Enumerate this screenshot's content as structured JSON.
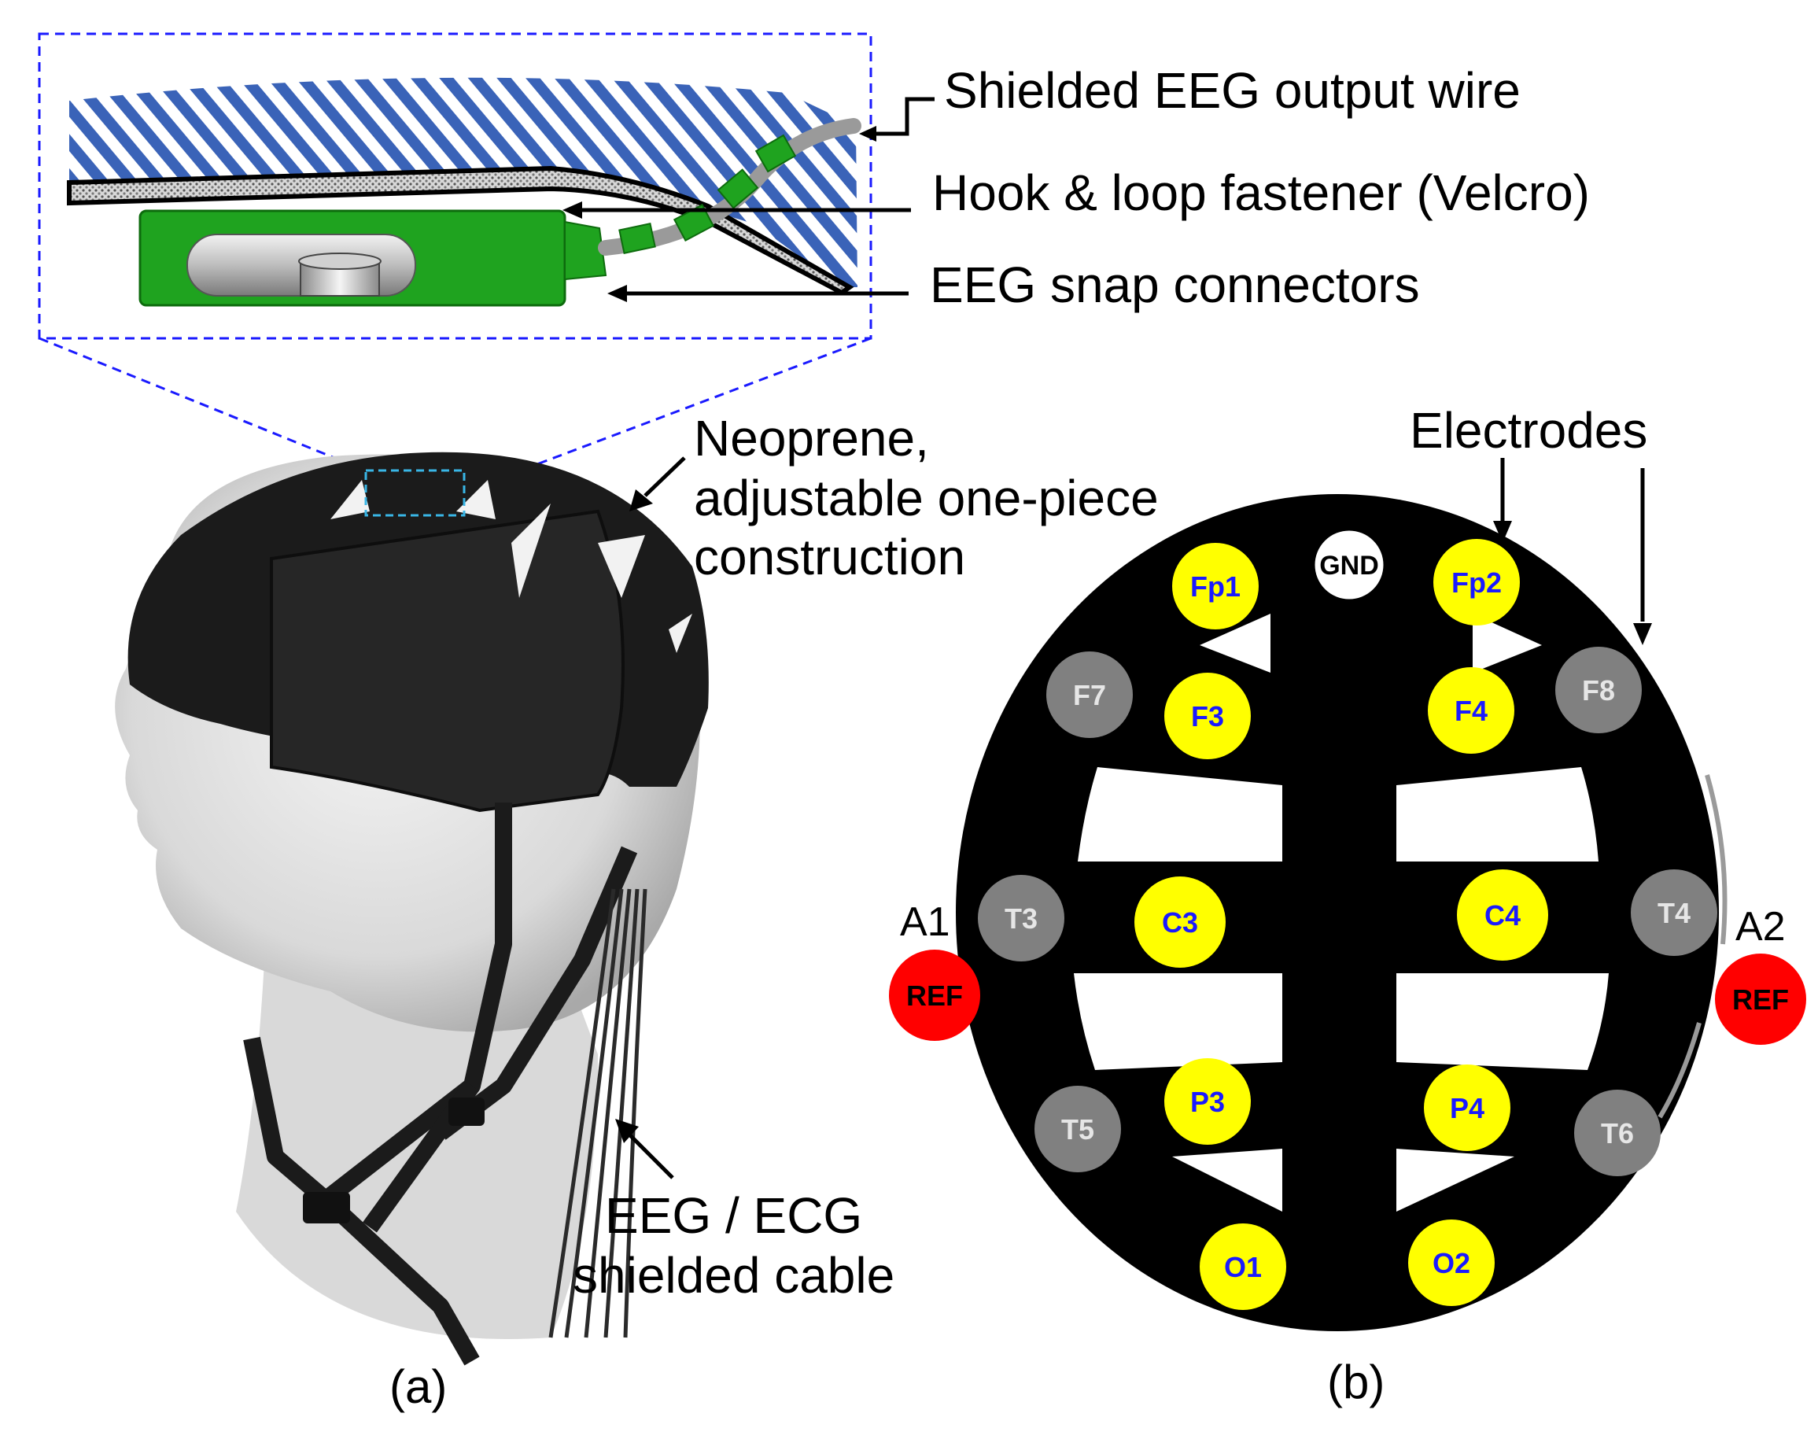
{
  "panel_a": {
    "caption": "(a)",
    "inset_labels": {
      "wire": "Shielded EEG output wire",
      "velcro": "Hook & loop fastener (Velcro)",
      "snap": "EEG snap connectors"
    },
    "cap_label_lines": [
      "Neoprene,",
      "adjustable one-piece",
      "construction"
    ],
    "cable_label_lines": [
      "EEG / ECG",
      "shielded cable"
    ]
  },
  "panel_b": {
    "caption": "(b)",
    "electrodes_label": "Electrodes",
    "a1_label": "A1",
    "a2_label": "A2",
    "electrodes": [
      {
        "id": "gnd",
        "label": "GND",
        "kind": "ground"
      },
      {
        "id": "fp1",
        "label": "Fp1",
        "kind": "active"
      },
      {
        "id": "fp2",
        "label": "Fp2",
        "kind": "active"
      },
      {
        "id": "f7",
        "label": "F7",
        "kind": "inactive"
      },
      {
        "id": "f3",
        "label": "F3",
        "kind": "active"
      },
      {
        "id": "f4",
        "label": "F4",
        "kind": "active"
      },
      {
        "id": "f8",
        "label": "F8",
        "kind": "inactive"
      },
      {
        "id": "t3",
        "label": "T3",
        "kind": "inactive"
      },
      {
        "id": "c3",
        "label": "C3",
        "kind": "active"
      },
      {
        "id": "c4",
        "label": "C4",
        "kind": "active"
      },
      {
        "id": "t4",
        "label": "T4",
        "kind": "inactive"
      },
      {
        "id": "t5",
        "label": "T5",
        "kind": "inactive"
      },
      {
        "id": "p3",
        "label": "P3",
        "kind": "active"
      },
      {
        "id": "p4",
        "label": "P4",
        "kind": "active"
      },
      {
        "id": "t6",
        "label": "T6",
        "kind": "inactive"
      },
      {
        "id": "o1",
        "label": "O1",
        "kind": "active"
      },
      {
        "id": "o2",
        "label": "O2",
        "kind": "active"
      },
      {
        "id": "ref-left",
        "label": "REF",
        "kind": "reference"
      },
      {
        "id": "ref-right",
        "label": "REF",
        "kind": "reference"
      }
    ]
  },
  "colors": {
    "active_fill": "#ffff00",
    "active_text": "#1a1aff",
    "inactive_fill": "#808080",
    "inactive_text": "#e6e6e6",
    "reference_fill": "#ff0000",
    "reference_text": "#000000",
    "ground_fill": "#ffffff",
    "ground_text": "#000000",
    "connector_green": "#1fa31f",
    "stripe_blue": "#3a63b8",
    "zoom_outline": "#1a1aff"
  }
}
